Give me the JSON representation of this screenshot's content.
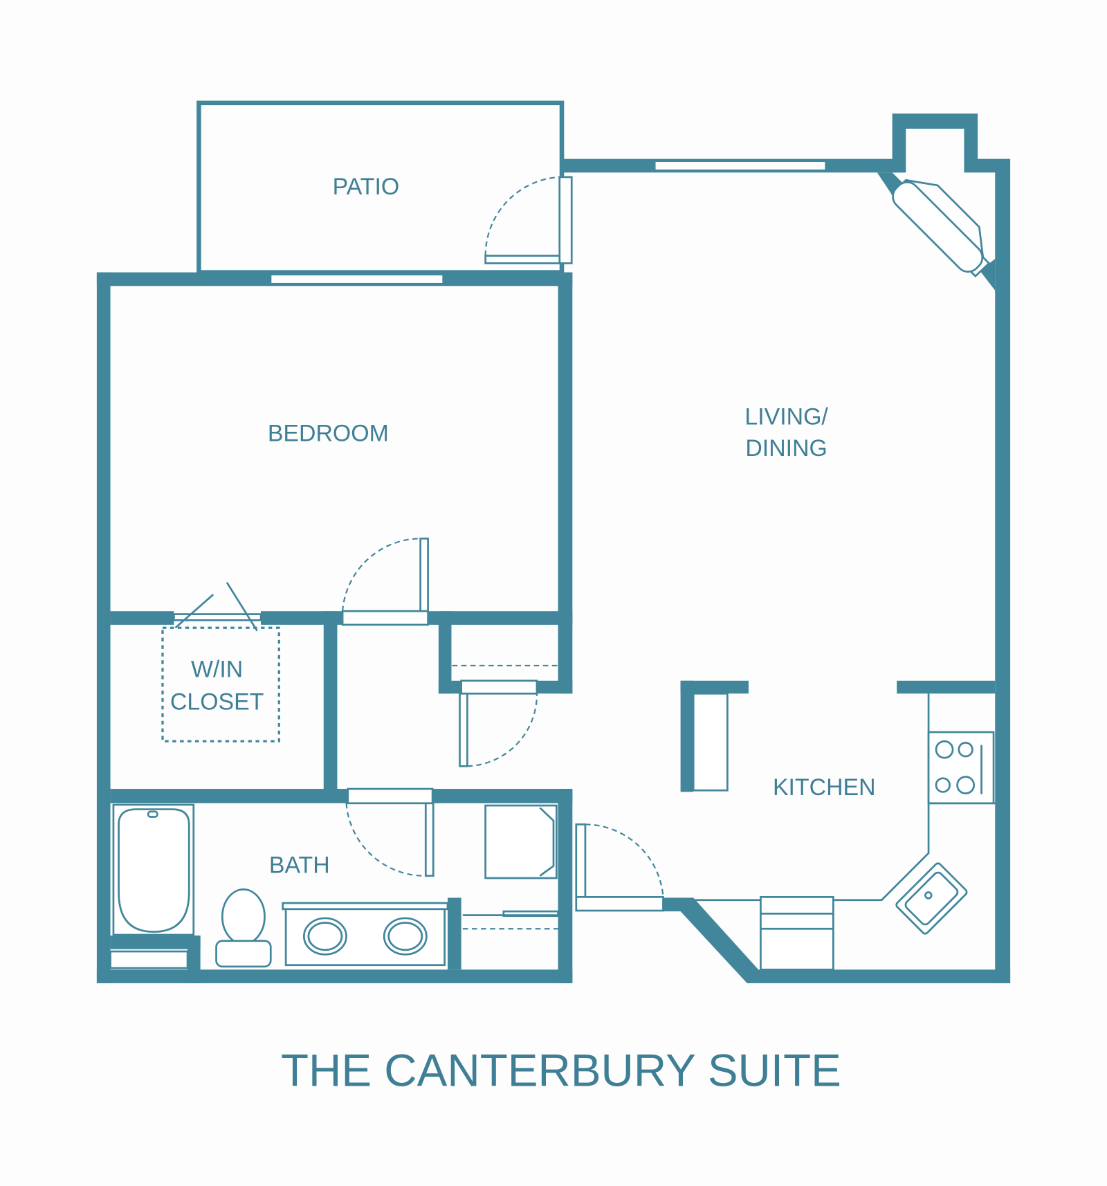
{
  "title": "THE CANTERBURY SUITE",
  "rooms": {
    "patio": "PATIO",
    "bedroom": "BEDROOM",
    "living_line1": "LIVING/",
    "living_line2": "DINING",
    "closet_line1": "W/IN",
    "closet_line2": "CLOSET",
    "bath": "BATH",
    "kitchen": "KITCHEN"
  },
  "colors": {
    "wall": "#42869c",
    "background": "#fdfdfd"
  }
}
